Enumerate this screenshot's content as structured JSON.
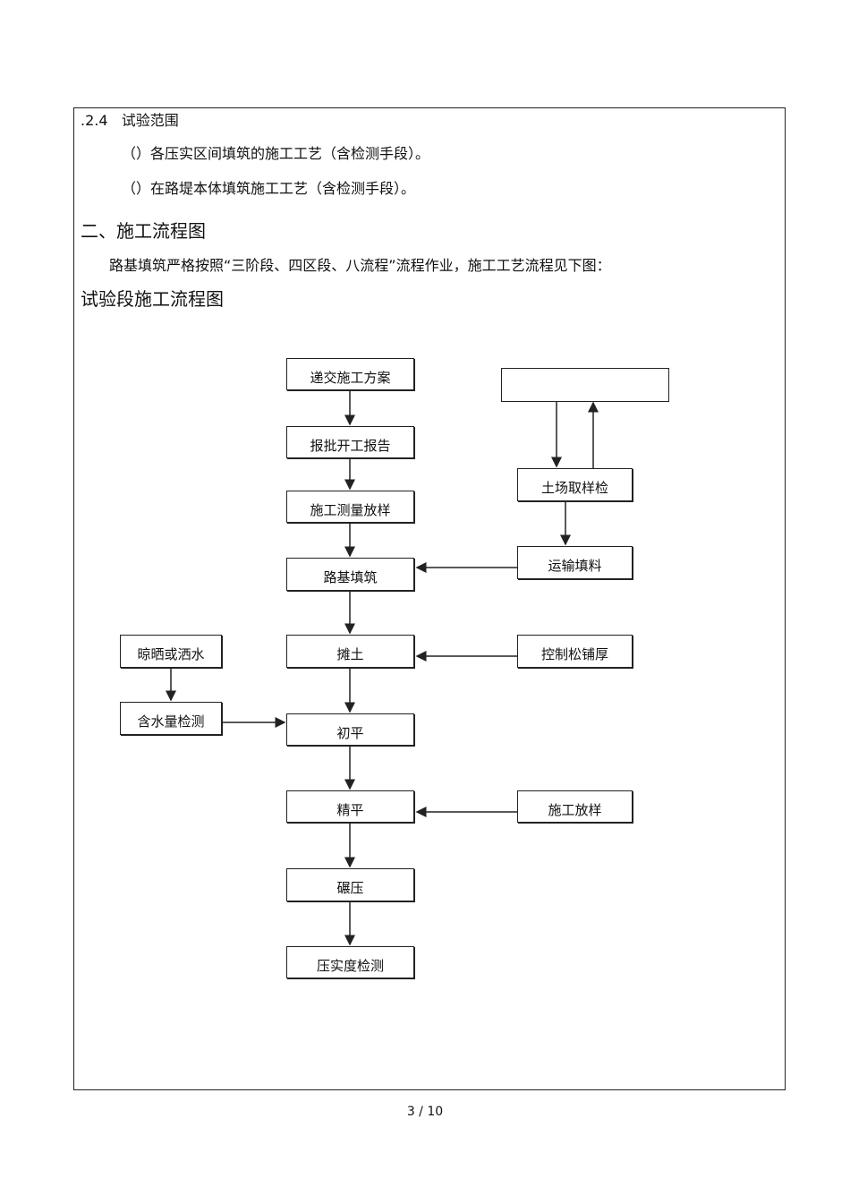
{
  "section": {
    "heading_number": ".2.4",
    "heading_text": "试验范围",
    "items": [
      "（）各压实区间填筑的施工工艺（含检测手段）。",
      "（）在路堤本体填筑施工工艺（含检测手段）。"
    ]
  },
  "chapter_title": "二、施工流程图",
  "intro": "路基填筑严格按照“三阶段、四区段、八流程”流程作业，施工工艺流程见下图：",
  "diagram_title": "试验段施工流程图",
  "flow": {
    "main": [
      "递交施工方案",
      "报批开工报告",
      "施工测量放样",
      "路基填筑",
      "摊土",
      "初平",
      "精平",
      "碾压",
      "压实度检测"
    ],
    "right": {
      "blank": "",
      "soil_sampling": "土场取样检",
      "transport": "运输填料",
      "loose_thickness": "控制松铺厚",
      "layout": "施工放样"
    },
    "left": {
      "drying": "晾晒或洒水",
      "moisture": "含水量检测"
    }
  },
  "page_number": "3  /  10"
}
